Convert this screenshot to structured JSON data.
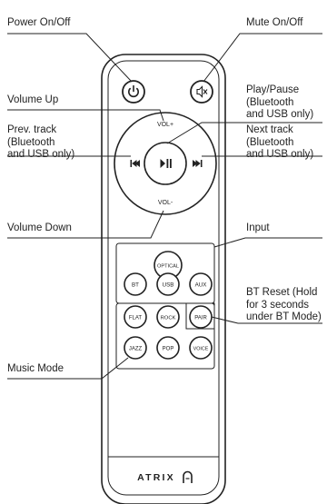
{
  "labels": {
    "power": "Power On/Off",
    "mute": "Mute On/Off",
    "volume_up": "Volume Up",
    "play_pause": [
      "Play/Pause",
      "(Bluetooth",
      "and USB only)"
    ],
    "prev_track": [
      "Prev. track",
      "(Bluetooth",
      "and USB only)"
    ],
    "next_track": [
      "Next track",
      "(Bluetooth",
      "and USB only)"
    ],
    "volume_down": "Volume Down",
    "input": "Input",
    "bt_reset": [
      "BT Reset (Hold",
      "for 3 seconds",
      "under BT Mode)"
    ],
    "music_mode": "Music Mode"
  },
  "remote": {
    "vol_plus": "VOL+",
    "vol_minus": "VOL-",
    "buttons": {
      "optical": "OPTICAL",
      "bt": "BT",
      "usb": "USB",
      "aux": "AUX",
      "flat": "FLAT",
      "rock": "ROCK",
      "pair": "PAIR",
      "jazz": "JAZZ",
      "pop": "POP",
      "voice": "VOICE"
    },
    "brand": "ATRIX"
  },
  "icons": {
    "power": "power-icon",
    "mute": "mute-icon",
    "play_pause": "play-pause-icon",
    "prev": "previous-track-icon",
    "next": "next-track-icon"
  }
}
